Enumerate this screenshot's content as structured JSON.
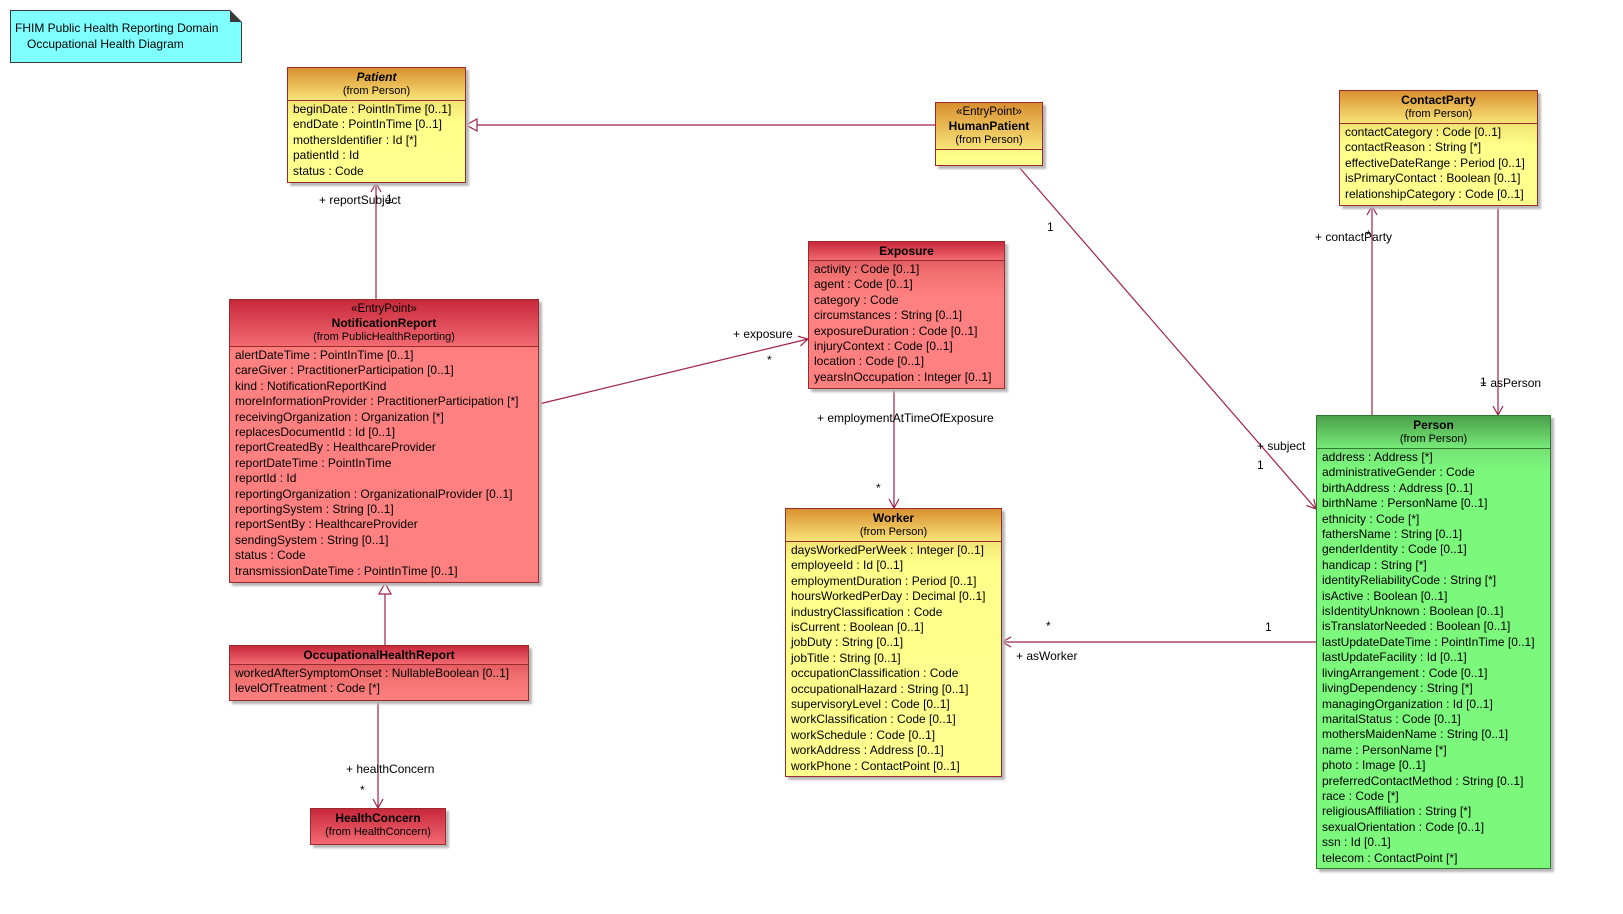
{
  "note": {
    "line1": "FHIM Public Health Reporting Domain",
    "line2": "Occupational Health Diagram"
  },
  "classes": {
    "patient": {
      "name": "Patient",
      "from": "(from Person)",
      "attrs": [
        "beginDate : PointInTime [0..1]",
        "endDate : PointInTime [0..1]",
        "mothersIdentifier : Id [*]",
        "patientId : Id",
        "status : Code"
      ]
    },
    "human_patient": {
      "stereotype": "«EntryPoint»",
      "name": "HumanPatient",
      "from": "(from Person)"
    },
    "contact_party": {
      "name": "ContactParty",
      "from": "(from Person)",
      "attrs": [
        "contactCategory : Code [0..1]",
        "contactReason : String [*]",
        "effectiveDateRange : Period [0..1]",
        "isPrimaryContact : Boolean [0..1]",
        "relationshipCategory : Code [0..1]"
      ]
    },
    "notification_report": {
      "stereotype": "«EntryPoint»",
      "name": "NotificationReport",
      "from": "(from PublicHealthReporting)",
      "attrs": [
        "alertDateTime : PointInTime [0..1]",
        "careGiver : PractitionerParticipation [0..1]",
        "kind : NotificationReportKind",
        "moreInformationProvider : PractitionerParticipation [*]",
        "receivingOrganization : Organization [*]",
        "replacesDocumentId : Id [0..1]",
        "reportCreatedBy : HealthcareProvider",
        "reportDateTime : PointInTime",
        "reportId : Id",
        "reportingOrganization : OrganizationalProvider [0..1]",
        "reportingSystem : String [0..1]",
        "reportSentBy : HealthcareProvider",
        "sendingSystem : String [0..1]",
        "status : Code",
        "transmissionDateTime : PointInTime [0..1]"
      ]
    },
    "exposure": {
      "name": "Exposure",
      "attrs": [
        "activity : Code [0..1]",
        "agent : Code [0..1]",
        "category : Code",
        "circumstances : String [0..1]",
        "exposureDuration : Code [0..1]",
        "injuryContext : Code [0..1]",
        "location : Code [0..1]",
        "yearsInOccupation : Integer [0..1]"
      ]
    },
    "worker": {
      "name": "Worker",
      "from": "(from Person)",
      "attrs": [
        "daysWorkedPerWeek : Integer [0..1]",
        "employeeId : Id [0..1]",
        "employmentDuration : Period [0..1]",
        "hoursWorkedPerDay : Decimal [0..1]",
        "industryClassification : Code",
        "isCurrent : Boolean [0..1]",
        "jobDuty : String [0..1]",
        "jobTitle : String [0..1]",
        "occupationClassification : Code",
        "occupationalHazard : String [0..1]",
        "supervisoryLevel : Code [0..1]",
        "workClassification : Code [0..1]",
        "workSchedule : Code [0..1]",
        "workAddress : Address [0..1]",
        "workPhone : ContactPoint [0..1]"
      ]
    },
    "occupational_health_report": {
      "name": "OccupationalHealthReport",
      "attrs": [
        "workedAfterSymptomOnset : NullableBoolean [0..1]",
        "levelOfTreatment : Code [*]"
      ]
    },
    "health_concern": {
      "name": "HealthConcern",
      "from": "(from HealthConcern)"
    },
    "person": {
      "name": "Person",
      "from": "(from Person)",
      "attrs": [
        "address : Address [*]",
        "administrativeGender : Code",
        "birthAddress : Address [0..1]",
        "birthName : PersonName [0..1]",
        "ethnicity : Code [*]",
        "fathersName : String [0..1]",
        "genderIdentity : Code [0..1]",
        "handicap : String [*]",
        "identityReliabilityCode : String [*]",
        "isActive : Boolean [0..1]",
        "isIdentityUnknown : Boolean [0..1]",
        "isTranslatorNeeded : Boolean [0..1]",
        "lastUpdateDateTime : PointInTime [0..1]",
        "lastUpdateFacility : Id [0..1]",
        "livingArrangement : Code [0..1]",
        "livingDependency : String [*]",
        "managingOrganization : Id [0..1]",
        "maritalStatus : Code [0..1]",
        "mothersMaidenName : String [0..1]",
        "name : PersonName [*]",
        "photo : Image [0..1]",
        "preferredContactMethod : String [0..1]",
        "race : Code [*]",
        "religiousAffiliation : String [*]",
        "sexualOrientation : Code [0..1]",
        "ssn : Id [0..1]",
        "telecom : ContactPoint [*]"
      ]
    }
  },
  "roles": {
    "report_subject": "+ reportSubject",
    "report_subject_mult": "1",
    "exposure": "+ exposure",
    "exposure_mult": "*",
    "employment": "+ employmentAtTimeOfExposure",
    "employment_mult": "*",
    "health_concern": "+ healthConcern",
    "health_concern_mult": "*",
    "subject_src_mult": "1",
    "subject": "+ subject",
    "subject_mult": "1",
    "contact_party": "+ contactParty",
    "contact_party_mult": "*",
    "as_person": "+ asPerson",
    "as_person_mult": "1",
    "as_worker": "+ asWorker",
    "as_worker_mult": "*",
    "worker_src_mult": "1"
  },
  "colors": {
    "yellow": "#ffff90",
    "red": "#ff8080",
    "green": "#7cf87c",
    "note": "#80ffff",
    "line": "#a0224a"
  }
}
